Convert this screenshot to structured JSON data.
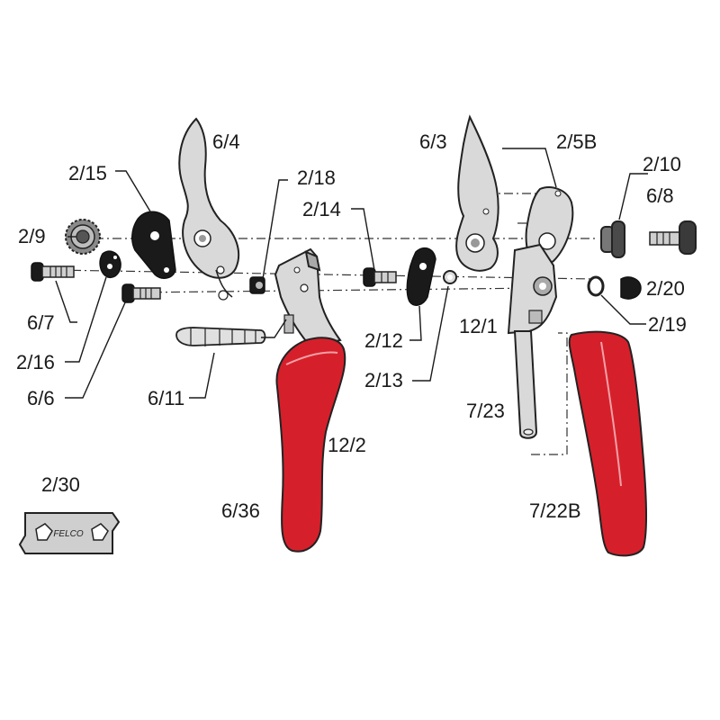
{
  "labels": {
    "p6_4": "6/4",
    "p6_3": "6/3",
    "p2_5B": "2/5B",
    "p2_10": "2/10",
    "p2_15": "2/15",
    "p2_18": "2/18",
    "p6_8": "6/8",
    "p2_14": "2/14",
    "p2_9": "2/9",
    "p2_20": "2/20",
    "p6_7": "6/7",
    "p2_19": "2/19",
    "p12_1": "12/1",
    "p2_12": "2/12",
    "p2_16": "2/16",
    "p2_13": "2/13",
    "p6_6": "6/6",
    "p6_11": "6/11",
    "p7_23": "7/23",
    "p12_2": "12/2",
    "p2_30": "2/30",
    "p6_36": "6/36",
    "p7_22B": "7/22B"
  },
  "logo_text": "FELCO",
  "colors": {
    "handle_red": "#d5202b",
    "steel": "#d9d9d9",
    "line": "#1a1a1a"
  }
}
